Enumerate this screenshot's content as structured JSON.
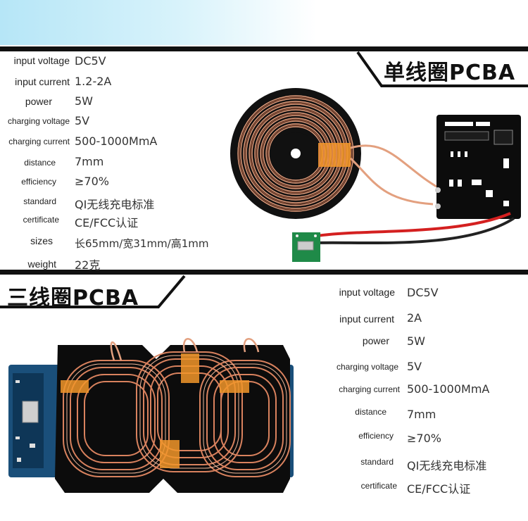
{
  "single": {
    "title": "单线圈PCBA",
    "specs": [
      {
        "label": "input voltage",
        "value": "DC5V"
      },
      {
        "label": "input current",
        "value": "1.2-2A"
      },
      {
        "label": "power",
        "value": "5W"
      },
      {
        "label": "charging voltage",
        "value": "5V"
      },
      {
        "label": "charging current",
        "value": "500-1000MmA"
      },
      {
        "label": "distance",
        "value": "7mm"
      },
      {
        "label": "efficiency",
        "value": "≥70%"
      },
      {
        "label": "standard",
        "value": "QI无线充电标准"
      },
      {
        "label": "certificate",
        "value": "CE/FCC认证"
      },
      {
        "label": "sizes",
        "value": "长65mm/宽31mm/高1mm"
      },
      {
        "label": "weight",
        "value": "22克"
      }
    ]
  },
  "triple": {
    "title": "三线圈PCBA",
    "specs": [
      {
        "label": "input voltage",
        "value": "DC5V"
      },
      {
        "label": "input current",
        "value": "2A"
      },
      {
        "label": "power",
        "value": "5W"
      },
      {
        "label": "charging voltage",
        "value": "5V"
      },
      {
        "label": "charging current",
        "value": "500-1000MmA"
      },
      {
        "label": "distance",
        "value": "7mm"
      },
      {
        "label": "efficiency",
        "value": "≥70%"
      },
      {
        "label": "standard",
        "value": "QI无线充电标准"
      },
      {
        "label": "certificate",
        "value": "CE/FCC认证"
      }
    ]
  },
  "colors": {
    "copper": "#d9825e",
    "kapton": "#f2962a",
    "pcb": "#0c0c0c",
    "board_blue": "#1a4f7a"
  }
}
